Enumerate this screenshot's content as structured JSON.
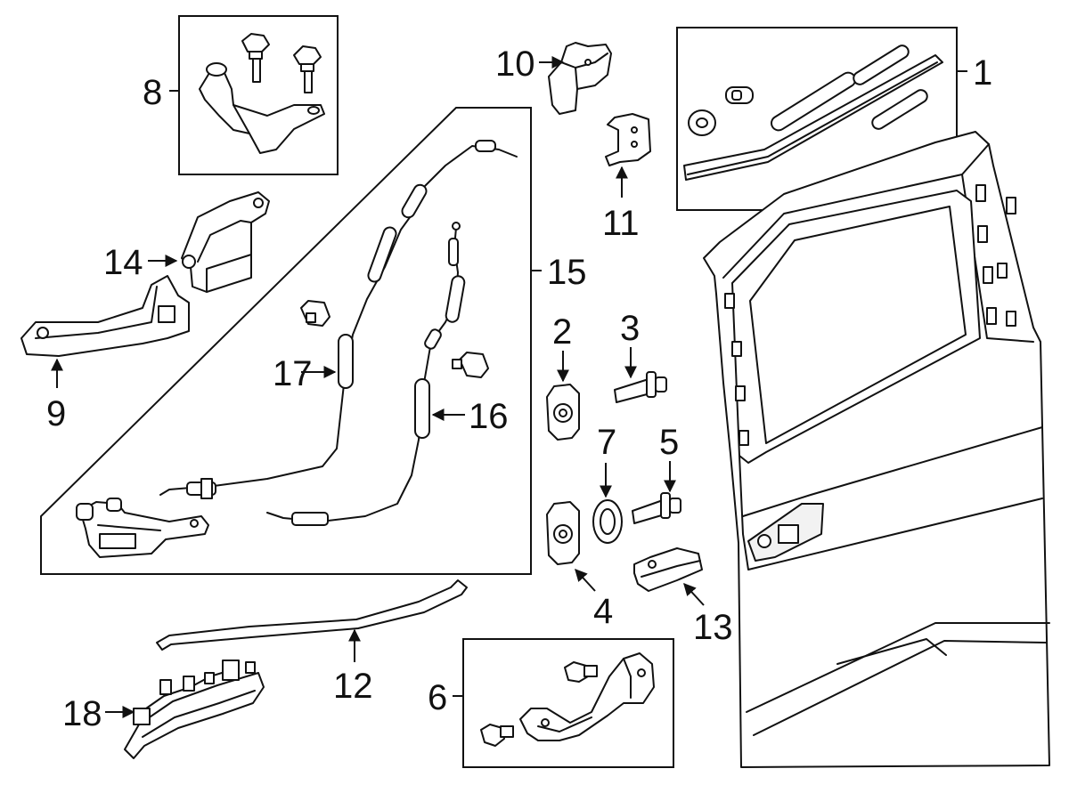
{
  "diagram": {
    "callouts": {
      "c1": "1",
      "c2": "2",
      "c3": "3",
      "c4": "4",
      "c5": "5",
      "c6": "6",
      "c7": "7",
      "c8": "8",
      "c9": "9",
      "c10": "10",
      "c11": "11",
      "c12": "12",
      "c13": "13",
      "c14": "14",
      "c15": "15",
      "c16": "16",
      "c17": "17",
      "c18": "18"
    },
    "colors": {
      "line": "#111111",
      "background": "#ffffff",
      "fill_light": "#f2f2f2"
    }
  }
}
